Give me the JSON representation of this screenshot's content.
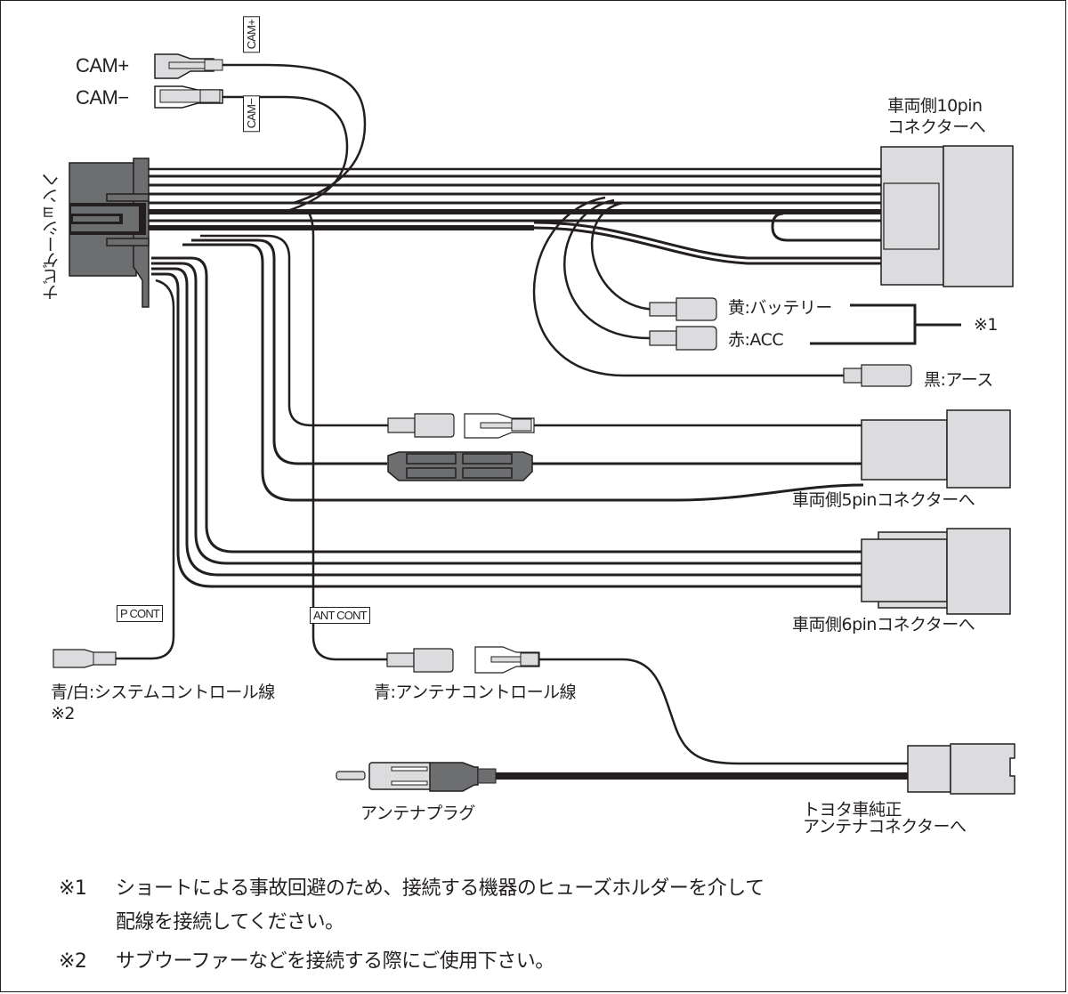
{
  "diagram": {
    "title": "Navigation wiring harness connection diagram",
    "colors": {
      "wire": "#231f20",
      "connector_gray": "#dcdcde",
      "nav_connector": "#6d6e70",
      "border": "#231f20"
    },
    "labels": {
      "navigation": "ナビゲーションへ",
      "cam_plus": "CAM+",
      "cam_minus": "CAM−",
      "tag_cam_plus": "CAM+",
      "tag_cam_minus": "CAM−",
      "conn_10pin_line1": "車両側10pin",
      "conn_10pin_line2": "コネクターへ",
      "battery": "黄:バッテリー",
      "acc": "赤:ACC",
      "note_ref_1": "※1",
      "ground": "黒:アース",
      "conn_5pin": "車両側5pinコネクターへ",
      "conn_6pin": "車両側6pinコネクターへ",
      "tag_p_cont": "P CONT",
      "tag_ant_cont": "ANT CONT",
      "system_control_line1": "青/白:システムコントロール線",
      "system_control_line2": "※2",
      "antenna_control": "青:アンテナコントロール線",
      "antenna_plug": "アンテナプラグ",
      "toyota_antenna_line1": "トヨタ車純正",
      "toyota_antenna_line2": "アンテナコネクターへ"
    },
    "notes": [
      {
        "mark": "※1",
        "line1": "ショートによる事故回避のため、接続する機器のヒューズホルダーを介して",
        "line2": "配線を接続してください。"
      },
      {
        "mark": "※2",
        "line1": "サブウーファーなどを接続する際にご使用下さい。"
      }
    ]
  }
}
